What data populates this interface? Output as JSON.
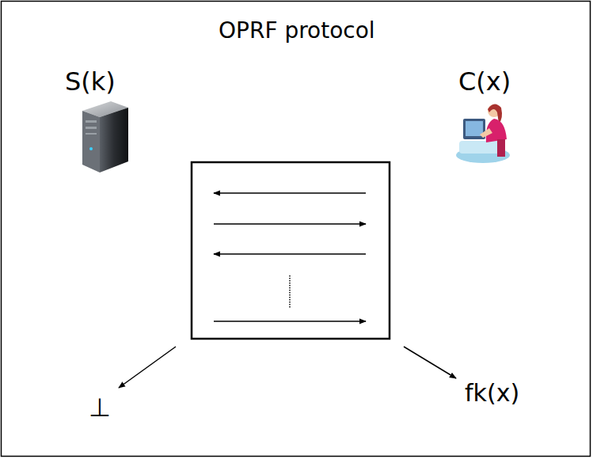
{
  "diagram": {
    "title": "OPRF protocol",
    "labels": [
      "S(k)",
      "C(x)",
      "⊥",
      "fk(x)"
    ]
  }
}
